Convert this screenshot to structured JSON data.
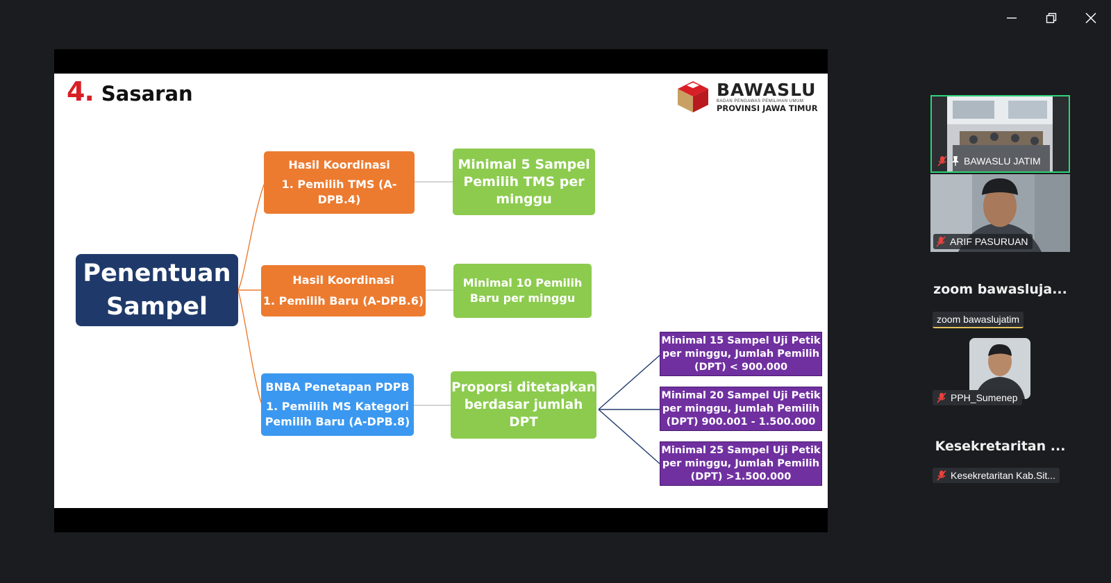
{
  "window": {
    "controls": [
      "minimize-icon",
      "restore-icon",
      "close-icon"
    ]
  },
  "slide": {
    "number": "4",
    "number_dot": ".",
    "title": "Sasaran",
    "logo": {
      "name": "BAWASLU",
      "subtitle": "BADAN PENGAWAS PEMILIHAN UMUM",
      "province": "PROVINSI JAWA TIMUR"
    },
    "root": [
      "Penentuan",
      "Sampel"
    ],
    "branch1": {
      "source": [
        "Hasil Koordinasi",
        "1. Pemilih TMS (A-",
        "DPB.4)"
      ],
      "target": [
        "Minimal 5 Sampel",
        "Pemilih TMS per",
        "minggu"
      ]
    },
    "branch2": {
      "source": [
        "Hasil Koordinasi",
        "1. Pemilih Baru (A-DPB.6)"
      ],
      "target": [
        "Minimal 10 Pemilih",
        "Baru per minggu"
      ]
    },
    "branch3": {
      "source": [
        "BNBA Penetapan PDPB",
        "1. Pemilih MS Kategori",
        "Pemilih Baru (A-DPB.8)"
      ],
      "target": [
        "Proporsi ditetapkan",
        "berdasar jumlah DPT"
      ],
      "leaves": [
        [
          "Minimal 15 Sampel Uji Petik",
          "per minggu, Jumlah Pemilih",
          "(DPT) < 900.000"
        ],
        [
          "Minimal 20 Sampel Uji Petik",
          "per minggu, Jumlah Pemilih",
          "(DPT) 900.001 - 1.500.000"
        ],
        [
          "Minimal 25 Sampel Uji Petik",
          "per minggu, Jumlah Pemilih",
          "(DPT) >1.500.000"
        ]
      ]
    }
  },
  "participants": {
    "video_tiles": [
      {
        "name": "BAWASLU JATIM",
        "active_speaker": true
      },
      {
        "name": "ARIF PASURUAN"
      }
    ],
    "zoom_tile": {
      "title": "zoom  bawasluja...",
      "name": "zoom bawaslujatim"
    },
    "avatar_tile": {
      "name": "PPH_Sumenep"
    },
    "kes_tile": {
      "title": "Kesekretaritan ...",
      "name": "Kesekretaritan Kab.Sit..."
    }
  },
  "colors": {
    "background": "#1a1c1f",
    "active_border": "#2ed47a",
    "orange": "#ec7b30",
    "green": "#8ccb4e",
    "blue": "#3b98f0",
    "purple": "#7030a0",
    "navy": "#1f3a6a",
    "red": "#d81f26"
  }
}
